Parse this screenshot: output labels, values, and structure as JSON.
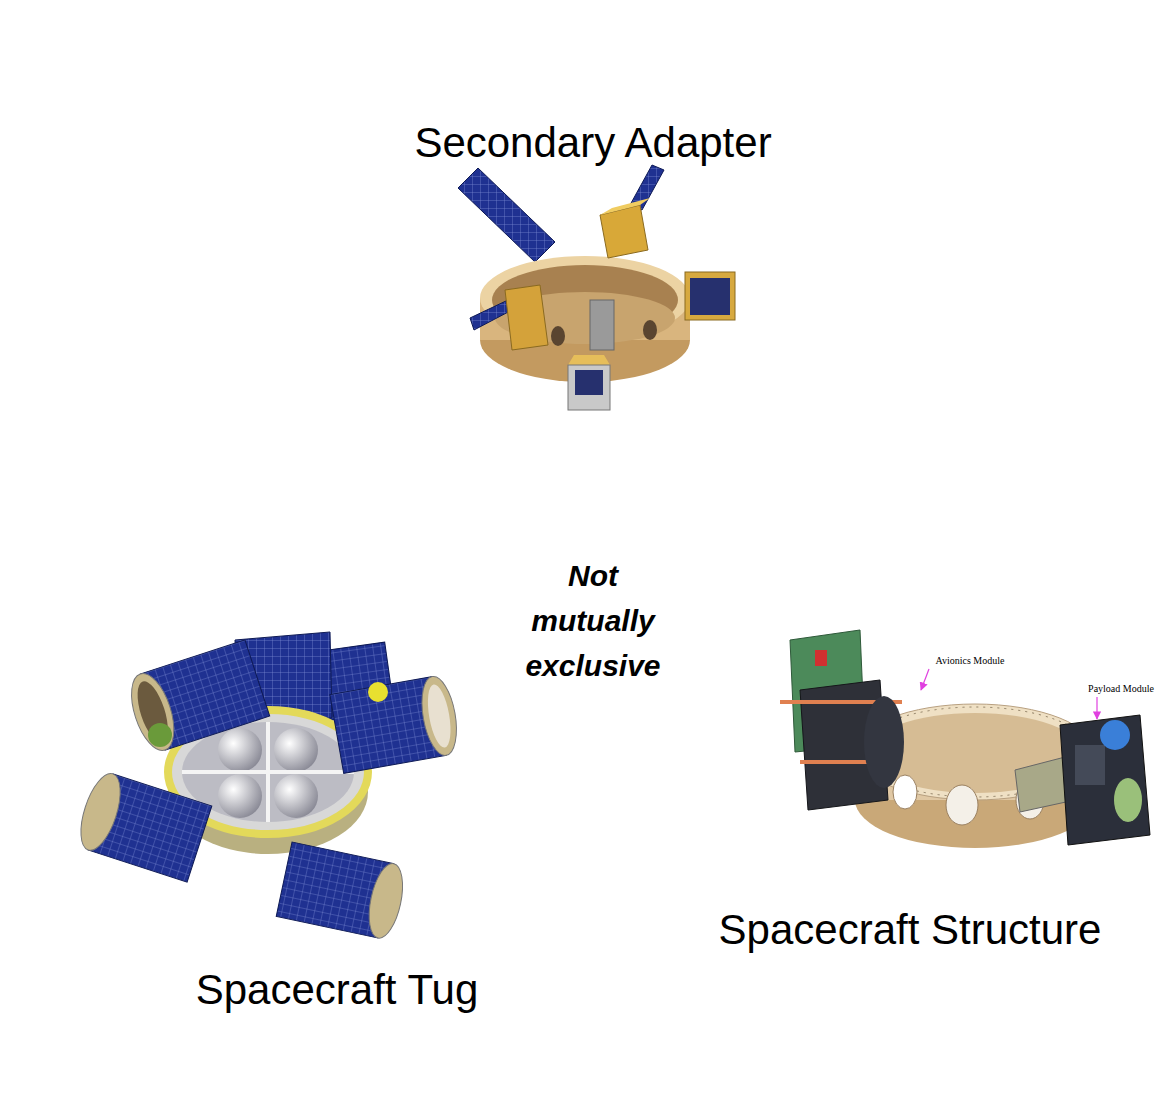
{
  "diagram": {
    "nodes": [
      {
        "text": [
          "Secondary Adapter"
        ]
      },
      {
        "text": [
          "Spacecraft Tug"
        ]
      },
      {
        "text": [
          "Spacecraft Structure"
        ]
      }
    ],
    "labels": [
      "Not mutually exclusive",
      "Avionics Module",
      "Payload Module"
    ]
  }
}
